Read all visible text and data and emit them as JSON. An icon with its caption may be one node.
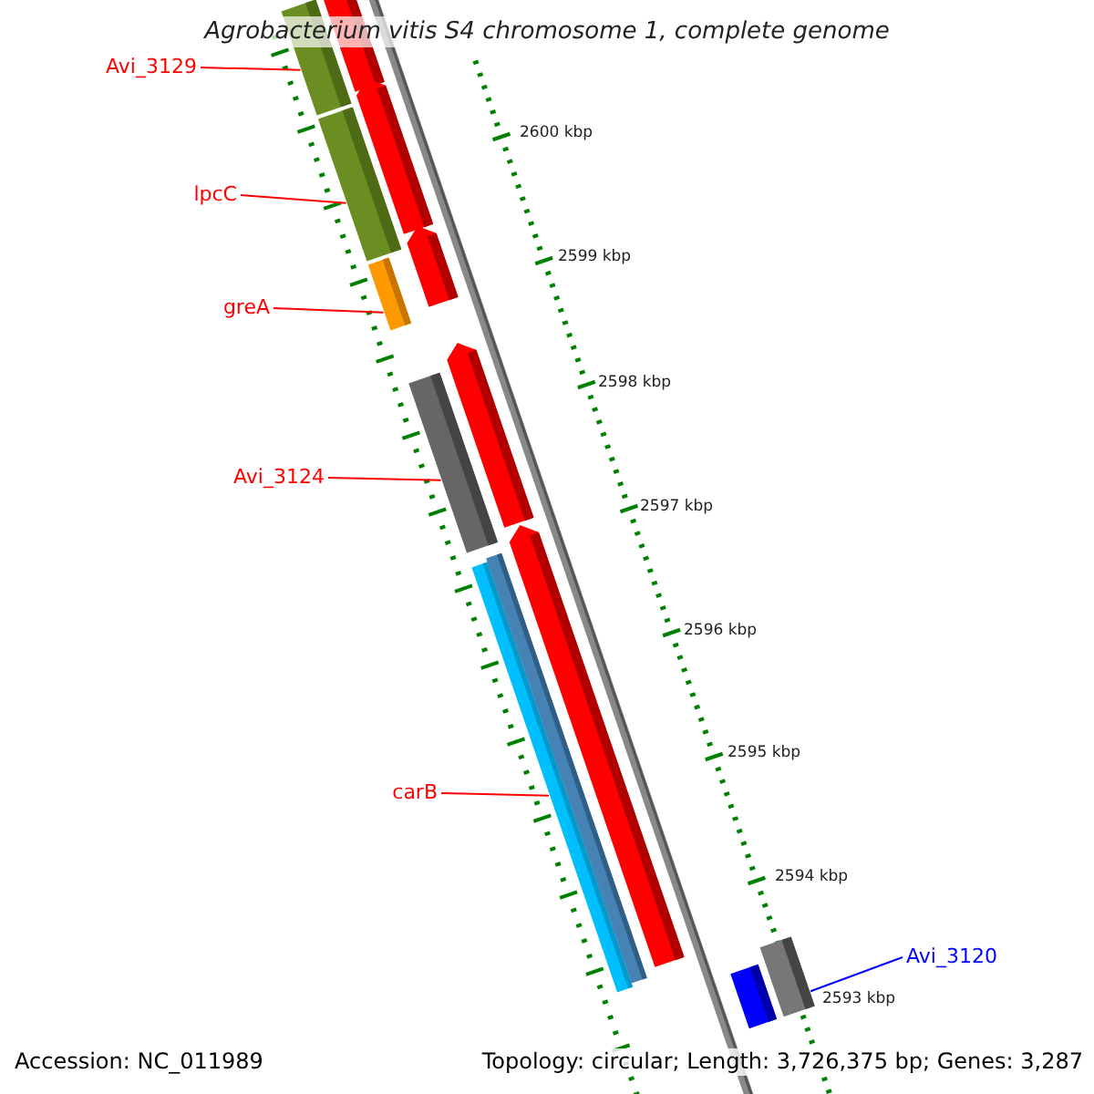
{
  "diagram": {
    "title": "Agrobacterium vitis S4 chromosome 1, complete genome",
    "nodes": [
      {
        "text": [
          "Avi_3129"
        ]
      },
      {
        "text": [
          "lpcC"
        ]
      },
      {
        "text": [
          "greA"
        ]
      },
      {
        "text": [
          "Avi_3124"
        ]
      },
      {
        "text": [
          "carB"
        ]
      },
      {
        "text": [
          "Avi_3120"
        ]
      },
      {
        "text": [],
        "shape": "bar"
      },
      {
        "text": [],
        "shape": "bar"
      },
      {
        "text": [],
        "shape": "bar"
      },
      {
        "text": [],
        "shape": "bar"
      },
      {
        "text": [],
        "shape": "bar"
      },
      {
        "text": [],
        "shape": "bar"
      },
      {
        "text": [],
        "shape": "bar"
      },
      {
        "text": [],
        "shape": "bar"
      },
      {
        "text": [],
        "shape": "bar"
      },
      {
        "text": [],
        "shape": "bar"
      },
      {
        "text": [],
        "shape": "bar"
      },
      {
        "text": [],
        "shape": "bar"
      },
      {
        "text": [],
        "shape": "bar"
      }
    ],
    "edges": [
      {
        "from": 0,
        "to": 6,
        "arrow": "none"
      },
      {
        "from": 1,
        "to": 8,
        "arrow": "none"
      },
      {
        "from": 2,
        "to": 10,
        "arrow": "none"
      },
      {
        "from": 3,
        "to": 12,
        "arrow": "none"
      },
      {
        "from": 4,
        "to": 14,
        "arrow": "none"
      },
      {
        "from": 5,
        "to": 18,
        "arrow": "none",
        "color": "#0000ff"
      }
    ],
    "labels": [
      "2600 kbp",
      "2599 kbp",
      "2598 kbp",
      "2597 kbp",
      "2596 kbp",
      "2595 kbp",
      "2594 kbp",
      "2593 kbp",
      "Accession: NC_011989",
      "Topology: circular; Length: 3,726,375 bp; Genes: 3,287"
    ]
  }
}
